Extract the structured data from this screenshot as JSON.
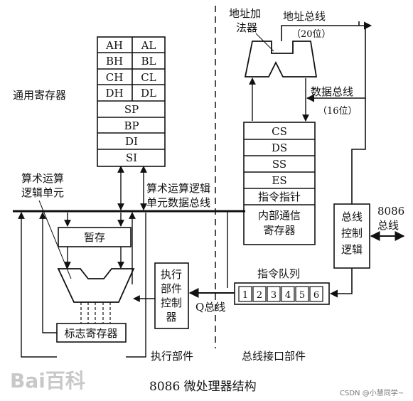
{
  "figure": {
    "caption": "8086 微处理器结构",
    "watermark_baidu": "Bai百科",
    "watermark_csdn": "CSDN @小慧同学~"
  },
  "general_registers": {
    "label": "通用寄存器",
    "pairs": [
      [
        "AH",
        "AL"
      ],
      [
        "BH",
        "BL"
      ],
      [
        "CH",
        "CL"
      ],
      [
        "DH",
        "DL"
      ]
    ],
    "singles": [
      "SP",
      "BP",
      "DI",
      "SI"
    ]
  },
  "alu": {
    "label_line1": "算术运算",
    "label_line2": "逻辑单元",
    "bus_line1": "算术运算逻辑",
    "bus_line2": "单元数据总线"
  },
  "temp": {
    "label": "暂存"
  },
  "flags": {
    "label": "标志寄存器"
  },
  "eu_control": {
    "label": [
      "执行",
      "部件",
      "控制",
      "器"
    ]
  },
  "adder": {
    "label_line1": "地址加",
    "label_line2": "法器"
  },
  "address_bus": {
    "label": "地址总线",
    "width": "（20位）"
  },
  "data_bus": {
    "label": "数据总线",
    "width": "（16位）"
  },
  "segment_registers": {
    "items": [
      "CS",
      "DS",
      "SS",
      "ES",
      "指令指针"
    ],
    "label_line1": "内部通信",
    "label_line2": "寄存器"
  },
  "bus_control": {
    "label": [
      "总线",
      "控制",
      "逻辑"
    ]
  },
  "external_bus": {
    "label_line1": "8086",
    "label_line2": "总线"
  },
  "queue": {
    "label": "指令队列",
    "slots": [
      "1",
      "2",
      "3",
      "4",
      "5",
      "6"
    ]
  },
  "q_bus": {
    "label": "Q总线"
  },
  "sections": {
    "eu": "执行部件",
    "biu": "总线接口部件"
  }
}
